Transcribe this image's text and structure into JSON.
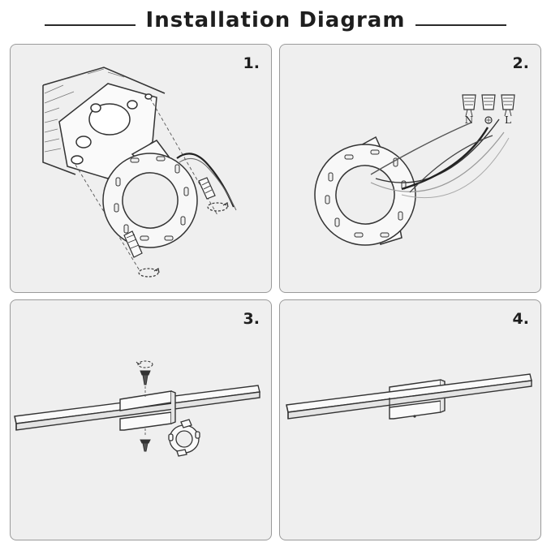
{
  "header": {
    "title": "Installation Diagram"
  },
  "steps": [
    {
      "number": "1."
    },
    {
      "number": "2."
    },
    {
      "number": "3."
    },
    {
      "number": "4."
    }
  ],
  "wires": {
    "neutral": "N",
    "line": "L"
  },
  "colors": {
    "panel_bg": "#efefef",
    "border": "#9a9a9a",
    "ink": "#1e1e1e"
  }
}
